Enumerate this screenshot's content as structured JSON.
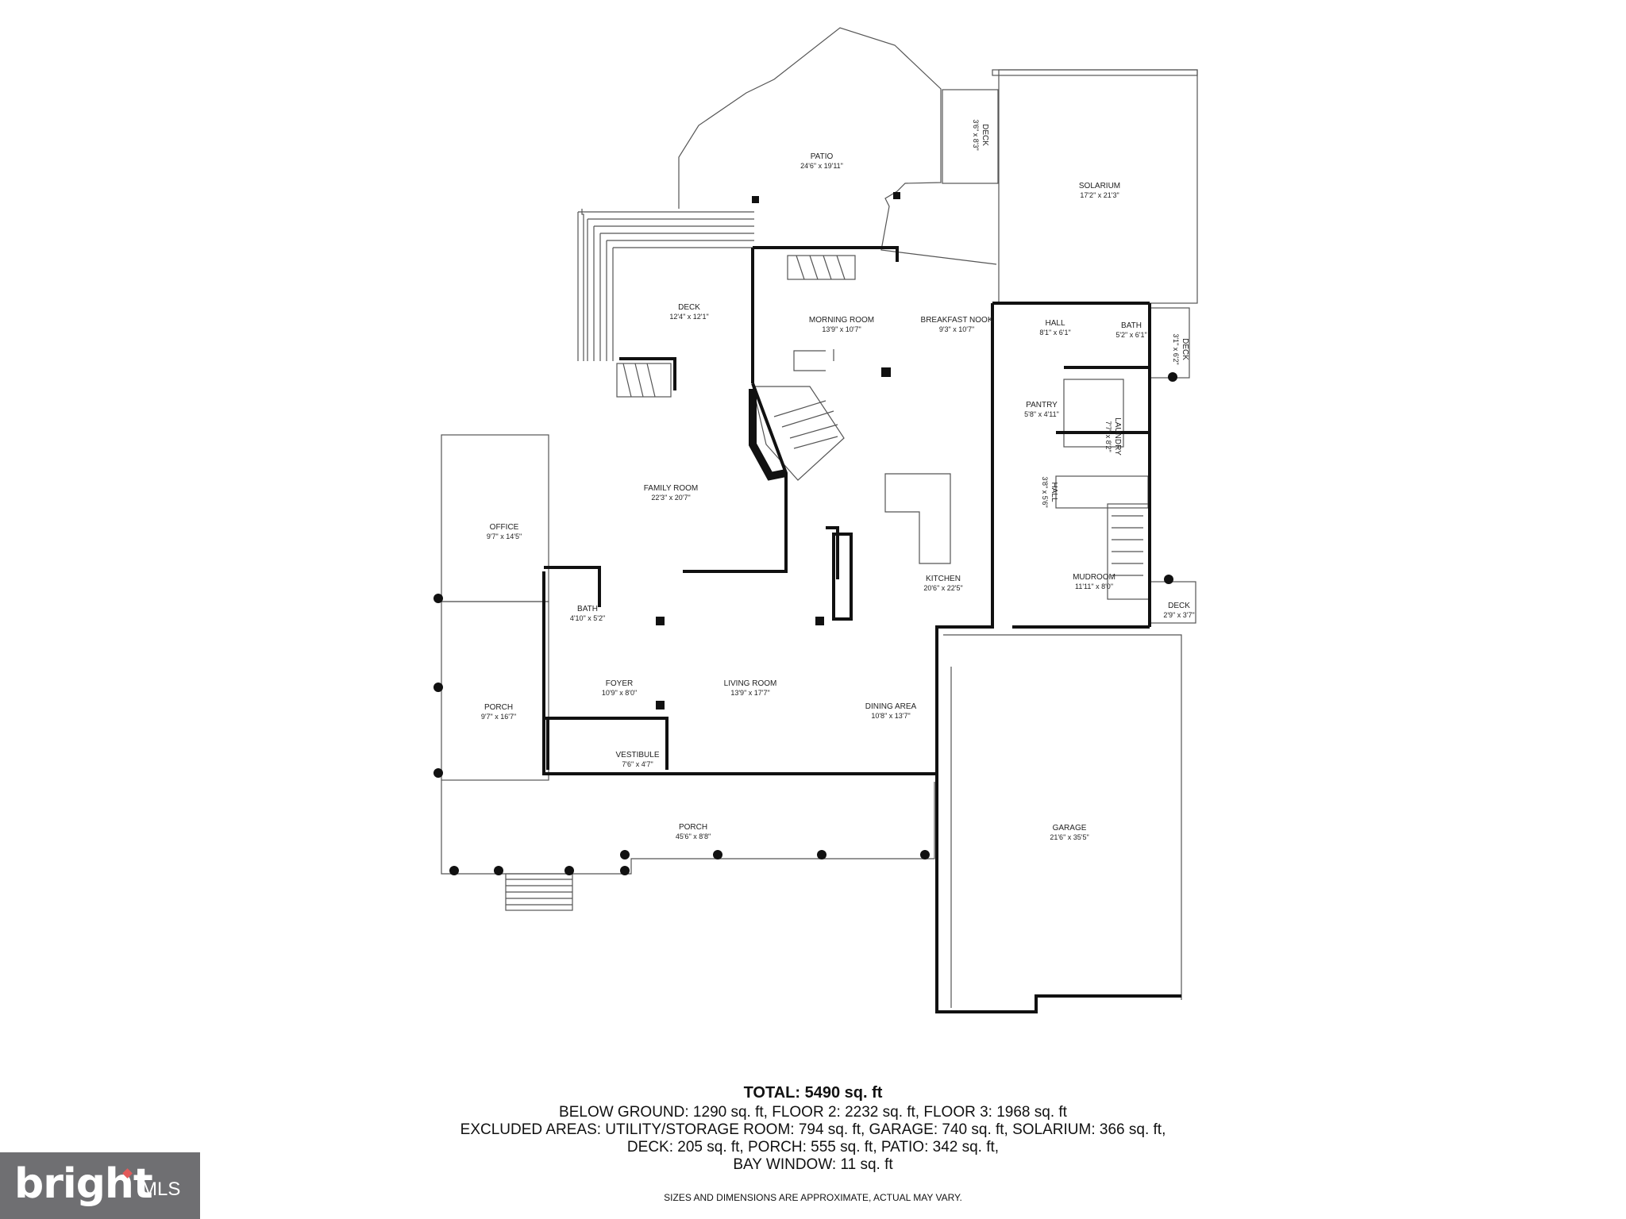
{
  "rooms": [
    {
      "id": "patio",
      "name": "PATIO",
      "dims": "24'6\" x 19'11\""
    },
    {
      "id": "deck-top",
      "name": "DECK",
      "dims": "3'6\" x 8'3\""
    },
    {
      "id": "solarium",
      "name": "SOLARIUM",
      "dims": "17'2\" x 21'3\""
    },
    {
      "id": "deck-left",
      "name": "DECK",
      "dims": "12'4\" x 12'1\""
    },
    {
      "id": "morning-room",
      "name": "MORNING ROOM",
      "dims": "13'9\" x 10'7\""
    },
    {
      "id": "breakfast-nook",
      "name": "BREAKFAST NOOK",
      "dims": "9'3\" x 10'7\""
    },
    {
      "id": "hall-upper",
      "name": "HALL",
      "dims": "8'1\" x 6'1\""
    },
    {
      "id": "bath-upper",
      "name": "BATH",
      "dims": "5'2\" x 6'1\""
    },
    {
      "id": "deck-right",
      "name": "DECK",
      "dims": "3'1\" x 6'2\""
    },
    {
      "id": "pantry",
      "name": "PANTRY",
      "dims": "5'8\" x 4'11\""
    },
    {
      "id": "laundry",
      "name": "LAUNDRY",
      "dims": "7'7\" x 8'2\""
    },
    {
      "id": "hall-mid",
      "name": "HALL",
      "dims": "3'8\" x 5'6\""
    },
    {
      "id": "family-room",
      "name": "FAMILY ROOM",
      "dims": "22'3\" x 20'7\""
    },
    {
      "id": "office",
      "name": "OFFICE",
      "dims": "9'7\" x 14'5\""
    },
    {
      "id": "kitchen",
      "name": "KITCHEN",
      "dims": "20'6\" x 22'5\""
    },
    {
      "id": "mudroom",
      "name": "MUDROOM",
      "dims": "11'11\" x 8'0\""
    },
    {
      "id": "deck-small",
      "name": "DECK",
      "dims": "2'9\" x 3'7\""
    },
    {
      "id": "bath-lower",
      "name": "BATH",
      "dims": "4'10\" x 5'2\""
    },
    {
      "id": "foyer",
      "name": "FOYER",
      "dims": "10'9\" x 8'0\""
    },
    {
      "id": "living-room",
      "name": "LIVING ROOM",
      "dims": "13'9\" x 17'7\""
    },
    {
      "id": "dining-area",
      "name": "DINING AREA",
      "dims": "10'8\" x 13'7\""
    },
    {
      "id": "porch-side",
      "name": "PORCH",
      "dims": "9'7\" x 16'7\""
    },
    {
      "id": "vestibule",
      "name": "VESTIBULE",
      "dims": "7'6\" x 4'7\""
    },
    {
      "id": "porch-front",
      "name": "PORCH",
      "dims": "45'6\" x 8'8\""
    },
    {
      "id": "garage",
      "name": "GARAGE",
      "dims": "21'6\" x 35'5\""
    }
  ],
  "summary": {
    "total": "TOTAL: 5490 sq. ft",
    "line1": "BELOW GROUND: 1290 sq. ft, FLOOR 2: 2232 sq. ft, FLOOR 3: 1968 sq. ft",
    "line2": "EXCLUDED AREAS: UTILITY/STORAGE ROOM: 794 sq. ft, GARAGE: 740 sq. ft, SOLARIUM: 366 sq. ft,",
    "line3": "DECK: 205 sq. ft, PORCH: 555 sq. ft, PATIO: 342 sq. ft,",
    "line4": "BAY WINDOW: 11 sq. ft",
    "disclaimer": "SIZES AND DIMENSIONS ARE APPROXIMATE, ACTUAL MAY VARY."
  },
  "brand": {
    "name": "bright",
    "suffix": "MLS",
    "color": "#6f6f72",
    "accent": "#e35a5a"
  },
  "colors": {
    "wall": "#111111",
    "line": "#555555",
    "background": "#ffffff"
  }
}
